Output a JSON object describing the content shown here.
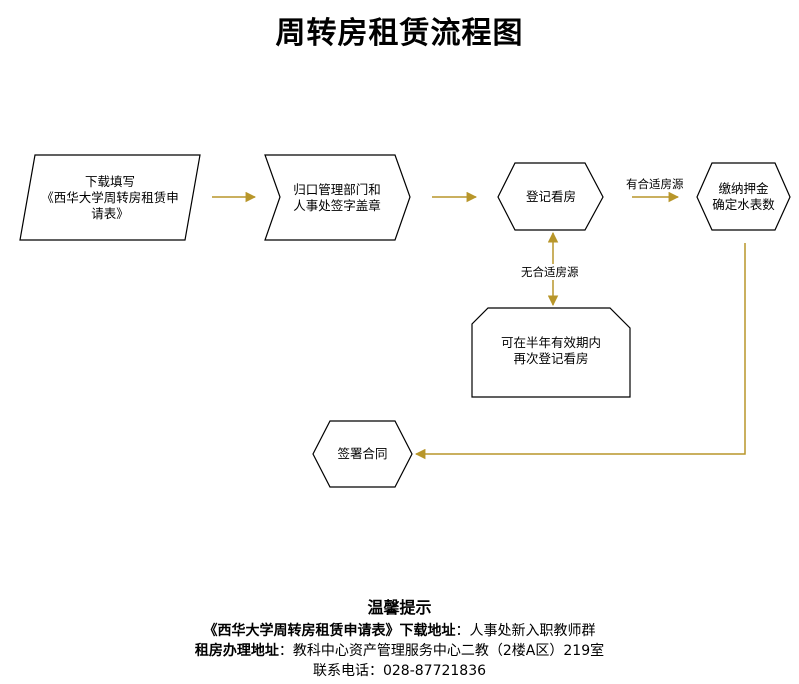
{
  "title": "周转房租赁流程图",
  "nodes": {
    "download": {
      "line1": "下载填写",
      "line2": "《西华大学周转房租赁申",
      "line3": "请表》"
    },
    "approve": {
      "line1": "归口管理部门和",
      "line2": "人事处签字盖章"
    },
    "register": {
      "line1": "登记看房"
    },
    "pay": {
      "line1": "缴纳押金",
      "line2": "确定水表数"
    },
    "retry": {
      "line1": "可在半年有效期内",
      "line2": "再次登记看房"
    },
    "sign": {
      "line1": "签署合同"
    }
  },
  "edges": {
    "has_room": "有合适房源",
    "no_room": "无合适房源"
  },
  "tips": {
    "title": "温馨提示",
    "form_name": "《西华大学周转房租赁申请表》",
    "download_label": "下载地址",
    "download_value": "：人事处新入职教师群",
    "office_label": "租房办理地址",
    "office_value": "：教科中心资产管理服务中心二教（2楼A区）219室",
    "phone": "联系电话：028-87721836"
  },
  "colors": {
    "arrow": "#b8962a",
    "stroke": "#000000"
  }
}
